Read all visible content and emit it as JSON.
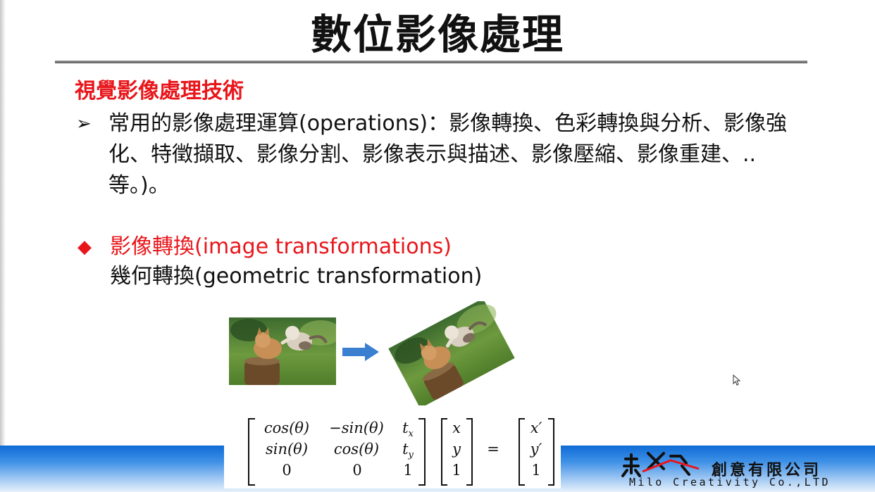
{
  "slide": {
    "title": "數位影像處理",
    "section_heading": "視覺影像處理技術",
    "bullet_marker": "➢",
    "bullet_text": "常用的影像處理運算(operations)：影像轉換、色彩轉換與分析、影像強化、特徵擷取、影像分割、影像表示與描述、影像壓縮、影像重建、.. 等。)。",
    "sub_marker": "◆",
    "sub_heading": "影像轉換(image transformations)",
    "sub_line": "幾何轉換(geometric transformation)"
  },
  "matrix": {
    "r1c1": "cos(θ)",
    "r1c2": "−sin(θ)",
    "r1c3": "t",
    "r1c3_sub": "x",
    "r2c1": "sin(θ)",
    "r2c2": "cos(θ)",
    "r2c3": "t",
    "r2c3_sub": "y",
    "r3c1": "0",
    "r3c2": "0",
    "r3c3": "1",
    "vec_in": [
      "x",
      "y",
      "1"
    ],
    "equals": "=",
    "vec_out": [
      "x′",
      "y′",
      "1"
    ]
  },
  "logo": {
    "name_cn": "創意有限公司",
    "name_en": "Milo Creativity Co.,LTD"
  },
  "colors": {
    "accent_red": "#e8161b",
    "arrow_blue": "#3a7fd0",
    "band_blue": "#0f6bd6"
  },
  "icons": {
    "arrow": "right-arrow-icon",
    "cursor": "mouse-pointer-icon"
  }
}
